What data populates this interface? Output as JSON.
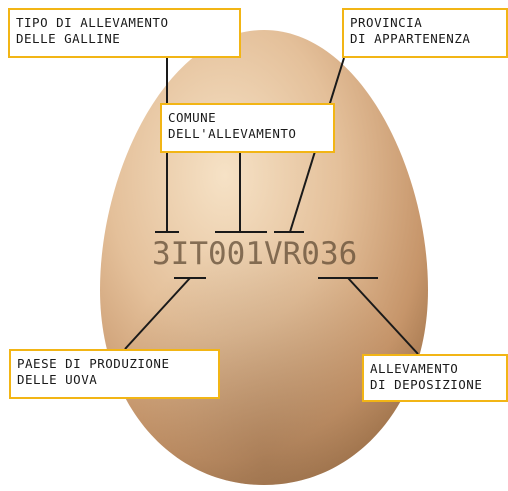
{
  "labels": {
    "tipo": [
      "TIPO DI ALLEVAMENTO",
      "DELLE GALLINE"
    ],
    "provincia": [
      "PROVINCIA",
      "DI APPARTENENZA"
    ],
    "comune": [
      "COMUNE",
      "DELL'ALLEVAMENTO"
    ],
    "paese": [
      "PAESE DI PRODUZIONE",
      "DELLE UOVA"
    ],
    "allevamento": [
      "ALLEVAMENTO",
      "DI DEPOSIZIONE"
    ]
  },
  "egg_code": "3IT001VR036",
  "colors": {
    "box_border": "#f2b515",
    "egg_light": "#f3d9b8",
    "egg_mid": "#d7ad80",
    "egg_dark": "#9c7048",
    "line": "#1a1a1a"
  }
}
